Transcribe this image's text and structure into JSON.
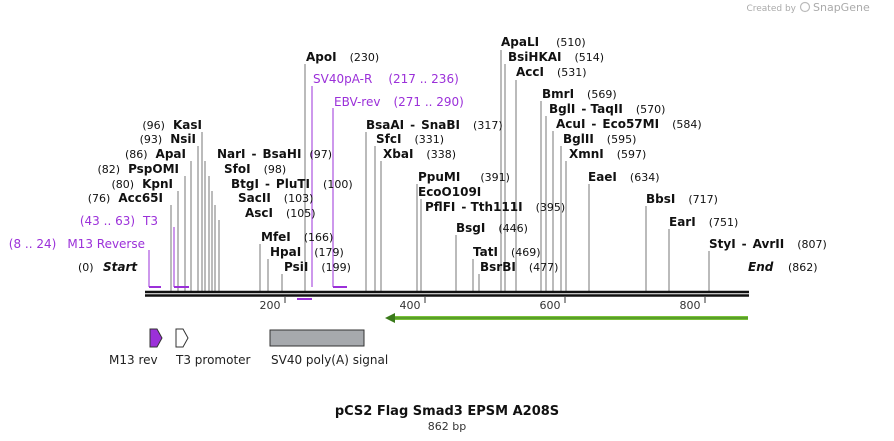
{
  "credit": {
    "prefix": "Created by",
    "brand": "SnapGene"
  },
  "title": "pCS2 Flag Smad3 EPSM A208S",
  "length_label": "862 bp",
  "start_label": "Start",
  "start_pos": "(0)",
  "end_label": "End",
  "end_pos": "(862)",
  "ticks": [
    "200",
    "400",
    "600",
    "800"
  ],
  "colors": {
    "primer": "#9b30d9",
    "feature_green": "#79c239",
    "sv40_fill": "#a6a9ad",
    "m13_fill": "#9b30d9"
  },
  "sites": [
    {
      "name": "KasI",
      "pos": "(96)"
    },
    {
      "name": "NsiI",
      "pos": "(93)"
    },
    {
      "name": "ApaI",
      "pos": "(86)"
    },
    {
      "name": "PspOMI",
      "pos": "(82)"
    },
    {
      "name": "KpnI",
      "pos": "(80)"
    },
    {
      "name": "Acc65I",
      "pos": "(76)"
    },
    {
      "name": "NarI",
      "name2": "BsaHI",
      "pos": "(97)"
    },
    {
      "name": "SfoI",
      "pos": "(98)"
    },
    {
      "name": "BtgI",
      "name2": "PluTI",
      "pos": "(100)"
    },
    {
      "name": "SacII",
      "pos": "(103)"
    },
    {
      "name": "AscI",
      "pos": "(105)"
    },
    {
      "name": "MfeI",
      "pos": "(166)"
    },
    {
      "name": "HpaI",
      "pos": "(179)"
    },
    {
      "name": "PsiI",
      "pos": "(199)"
    },
    {
      "name": "ApoI",
      "pos": "(230)"
    },
    {
      "name": "BsaAI",
      "name2": "SnaBI",
      "pos": "(317)"
    },
    {
      "name": "SfcI",
      "pos": "(331)"
    },
    {
      "name": "XbaI",
      "pos": "(338)"
    },
    {
      "name": "PpuMI",
      "pos": "(391)"
    },
    {
      "name": "EcoO109I",
      "pos": ""
    },
    {
      "name": "PflFI",
      "name2": "Tth111I",
      "pos": "(395)"
    },
    {
      "name": "BsgI",
      "pos": "(446)"
    },
    {
      "name": "TatI",
      "pos": "(469)"
    },
    {
      "name": "BsrBI",
      "pos": "(477)"
    },
    {
      "name": "ApaLI",
      "pos": "(510)"
    },
    {
      "name": "BsiHKAI",
      "pos": "(514)"
    },
    {
      "name": "AccI",
      "pos": "(531)"
    },
    {
      "name": "BmrI",
      "pos": "(569)"
    },
    {
      "name": "BglI",
      "name2": "TaqII",
      "pos": "(570)"
    },
    {
      "name": "AcuI",
      "name2": "Eco57MI",
      "pos": "(584)"
    },
    {
      "name": "BglII",
      "pos": "(595)"
    },
    {
      "name": "XmnI",
      "pos": "(597)"
    },
    {
      "name": "EaeI",
      "pos": "(634)"
    },
    {
      "name": "BbsI",
      "pos": "(717)"
    },
    {
      "name": "EarI",
      "pos": "(751)"
    },
    {
      "name": "StyI",
      "name2": "AvrII",
      "pos": "(807)"
    }
  ],
  "primers": [
    {
      "name": "M13 Reverse",
      "range": "(8 .. 24)"
    },
    {
      "name": "T3",
      "range": "(43 .. 63)"
    },
    {
      "name": "SV40pA-R",
      "range": "(217 .. 236)"
    },
    {
      "name": "EBV-rev",
      "range": "(271 .. 290)"
    }
  ],
  "features": [
    {
      "name": "M13 rev"
    },
    {
      "name": "T3 promoter"
    },
    {
      "name": "SV40 poly(A) signal"
    },
    {
      "name": ""
    }
  ]
}
